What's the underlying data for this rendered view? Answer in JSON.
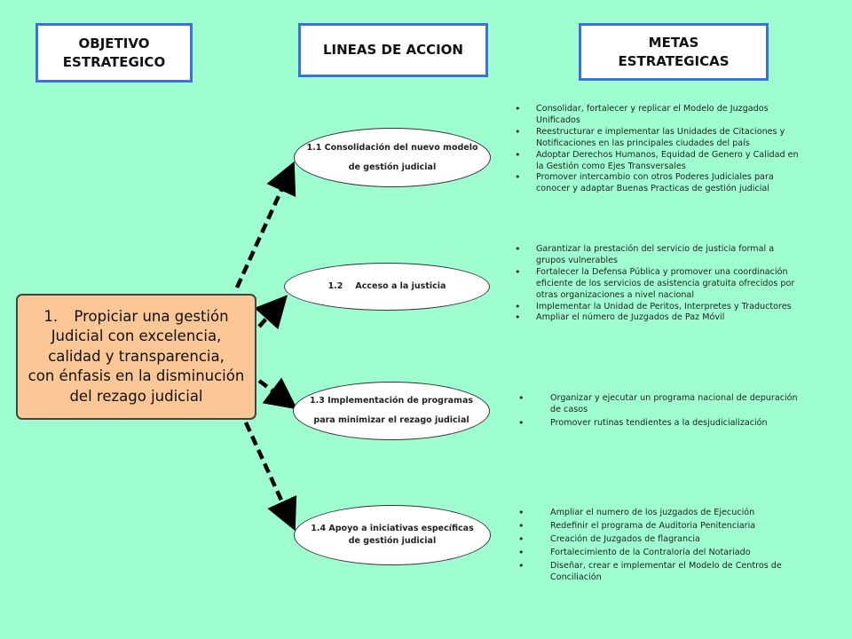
{
  "headers": {
    "objective": [
      "OBJETIVO",
      "ESTRATEGICO"
    ],
    "lines": [
      "LINEAS DE ACCION"
    ],
    "goals": [
      "METAS",
      "ESTRATEGICAS"
    ]
  },
  "objective_box": {
    "number": "1.",
    "lines": [
      "Propiciar una gestión",
      "Judicial con excelencia,",
      "calidad y transparencia,",
      "con énfasis  en la disminución",
      "del rezago judicial"
    ]
  },
  "action_lines": [
    {
      "lines": [
        "1.1 Consolidación  del nuevo modelo",
        "de gestión judicial"
      ]
    },
    {
      "number": "1.2",
      "label": "Acceso a la justicia"
    },
    {
      "lines": [
        "1.3 Implementación de programas",
        "para minimizar el rezago judicial"
      ]
    },
    {
      "lines": [
        "1.4 Apoyo a iniciativas  específicas",
        "de gestión judicial"
      ]
    }
  ],
  "goals": [
    {
      "bullets": [
        [
          "Consolidar, fortalecer y replicar  el Modelo de Juzgados",
          "Unificados"
        ],
        [
          "Reestructurar e implementar las Unidades de Citaciones y",
          "Notificaciones en las principales ciudades del país"
        ],
        [
          "Adoptar Derechos Humanos,  Equidad de Genero y Calidad en",
          "la Gestión como Ejes Transversales"
        ],
        [
          "Promover intercambio con otros Poderes Judiciales  para",
          "conocer y adaptar Buenas Practicas de gestión judicial"
        ]
      ]
    },
    {
      "bullets": [
        [
          "Garantizar  la prestación del servicio de justicia formal a",
          "grupos vulnerables"
        ],
        [
          "Fortalecer la Defensa Pública  y promover una coordinación",
          "eficiente de los servicios  de asistencia gratuita ofrecidos por",
          "otras organizaciones a nivel nacional"
        ],
        [
          "Implementar  la Unidad de Peritos, Interpretes y Traductores"
        ],
        [
          "Ampliar el número de Juzgados de Paz Móvil"
        ]
      ]
    },
    {
      "bullets": [
        [
          "Organizar y ejecutar un programa nacional de depuración",
          "de casos"
        ],
        [
          " Promover rutinas tendientes a la desjudicialización"
        ]
      ]
    },
    {
      "bullets": [
        [
          "Ampliar el numero de los  juzgados de Ejecución"
        ],
        [
          "Redefinir el programa  de Auditoria  Penitenciaria"
        ],
        [
          "Creación  de  Juzgados  de flagrancia"
        ],
        [
          "Fortalecimiento de la Contraloría del Notariado"
        ],
        [
          "Diseñar, crear e implementar el Modelo de Centros de",
          "Conciliación"
        ]
      ]
    }
  ],
  "bullet_char": "•",
  "colors": {
    "background": "#9ffecf",
    "header_border": "#3c6fe0",
    "objective_fill": "#fbc796"
  }
}
